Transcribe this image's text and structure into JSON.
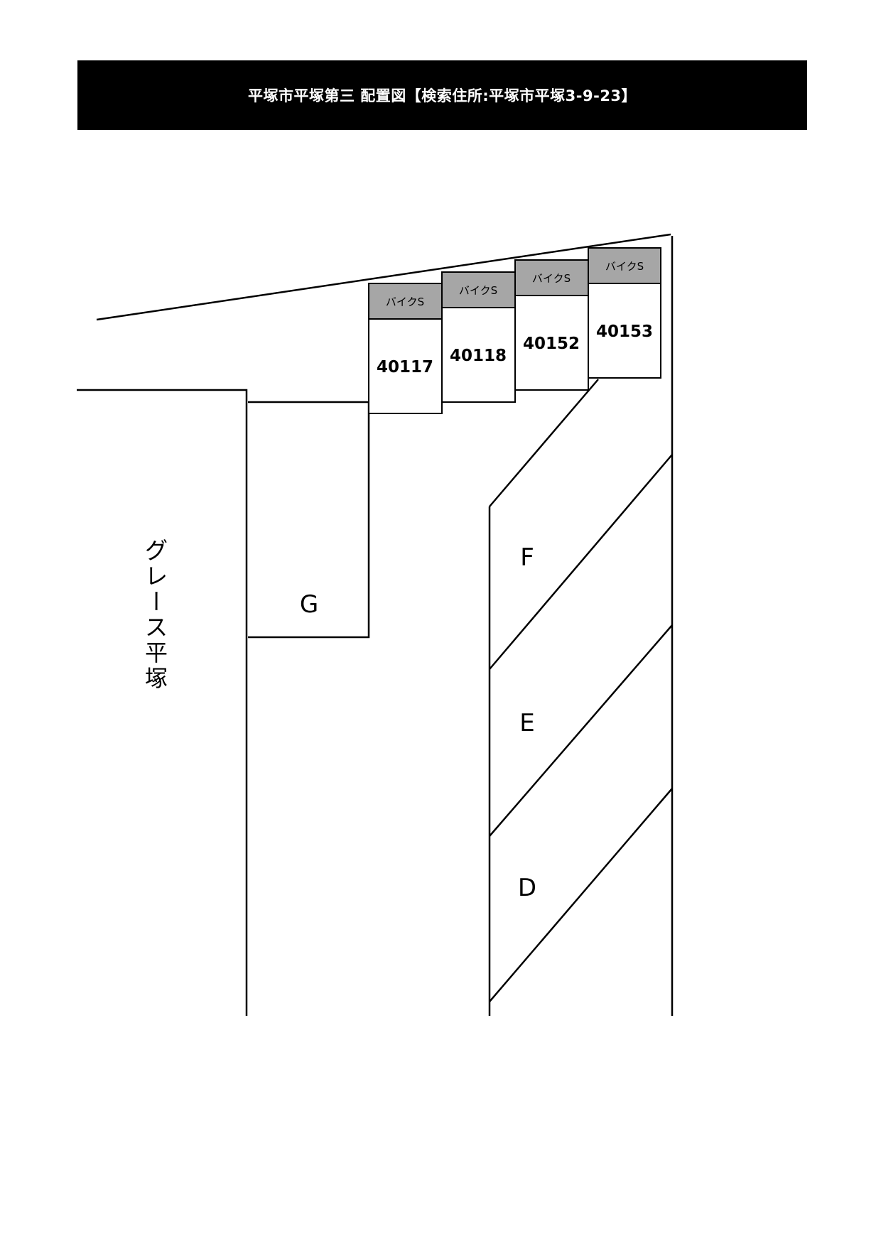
{
  "header": {
    "title": "平塚市平塚第三 配置図【検索住所:平塚市平塚3-9-23】"
  },
  "building": {
    "label_chars": [
      "グ",
      "レ",
      "ー",
      "ス",
      "平",
      "塚"
    ]
  },
  "slots": [
    {
      "bike_label": "バイクS",
      "number": "40117"
    },
    {
      "bike_label": "バイクS",
      "number": "40118"
    },
    {
      "bike_label": "バイクS",
      "number": "40152"
    },
    {
      "bike_label": "バイクS",
      "number": "40153"
    }
  ],
  "zones": {
    "g": "G",
    "f": "F",
    "e": "E",
    "d": "D"
  }
}
